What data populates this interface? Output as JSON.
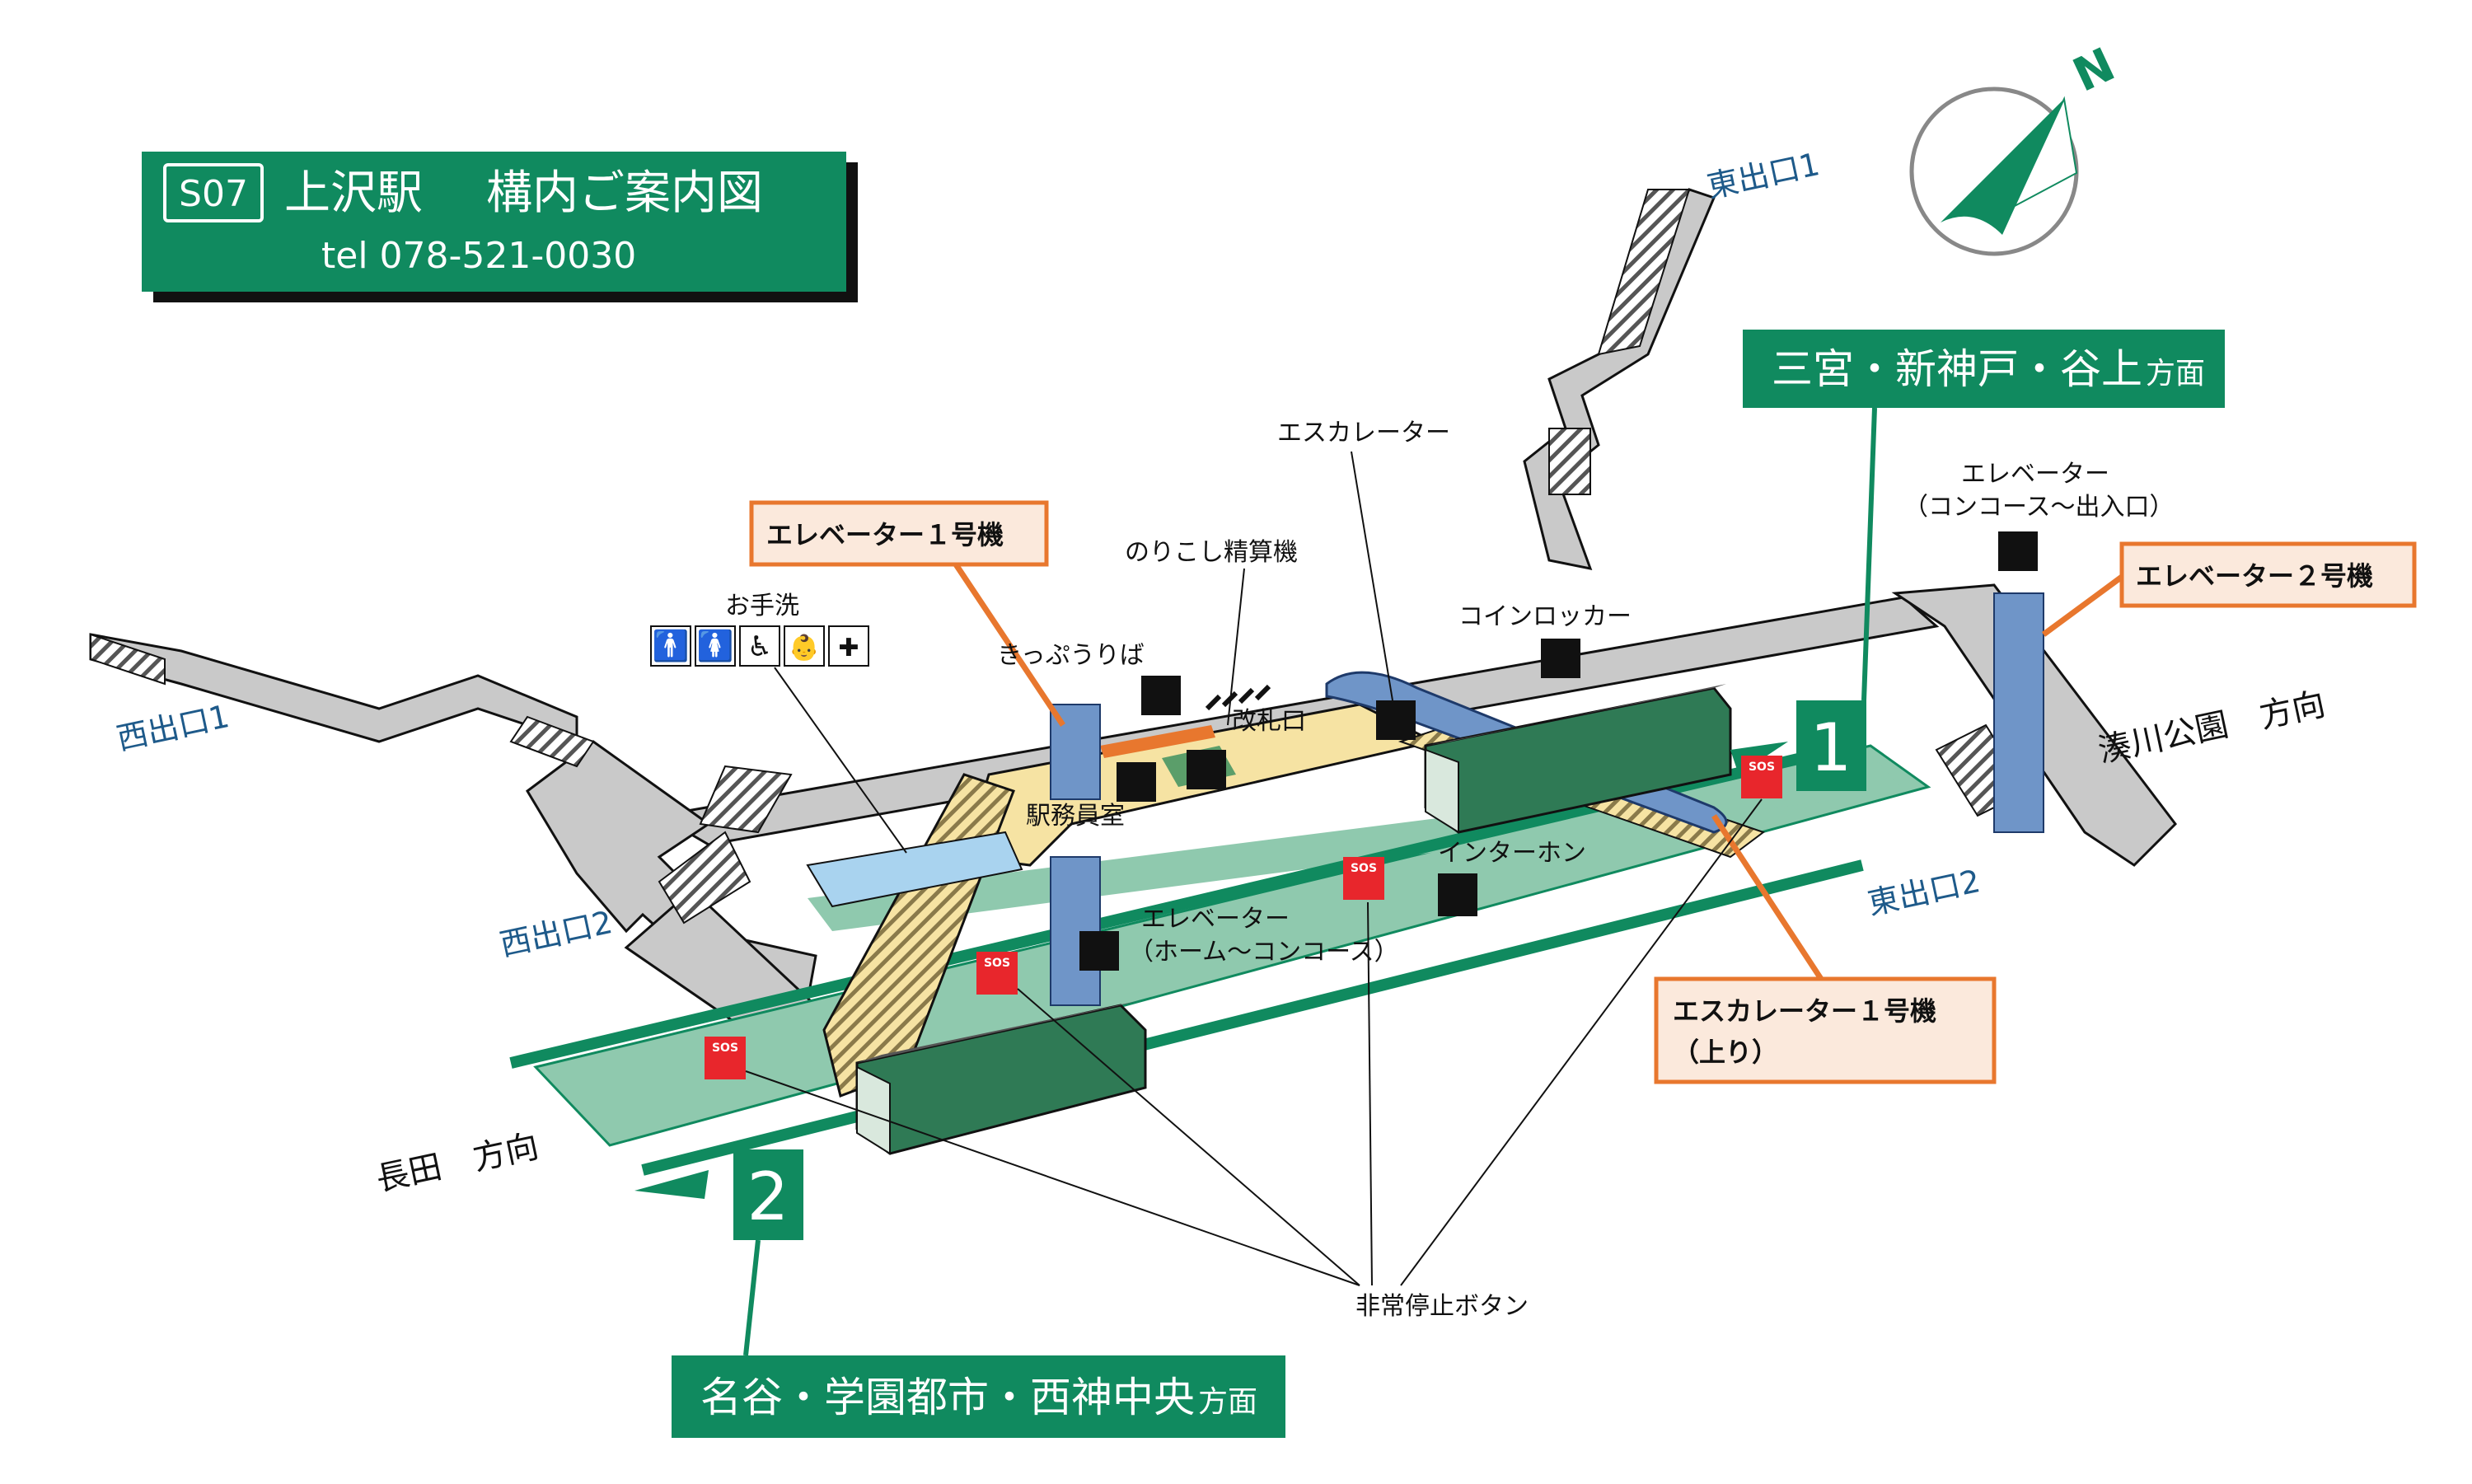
{
  "header": {
    "code": "S07",
    "station_name": "上沢駅",
    "map_title": "構内ご案内図",
    "tel": "tel 078-521-0030"
  },
  "compass": {
    "north_label": "N"
  },
  "exits": {
    "west1": "西出口1",
    "west2": "西出口2",
    "east1": "東出口1",
    "east2": "東出口2"
  },
  "destinations": {
    "platform1": {
      "number": "1",
      "main": "三宮・新神戸・谷上",
      "suffix": "方面"
    },
    "platform2": {
      "number": "2",
      "main": "名谷・学園都市・西神中央",
      "suffix": "方面"
    }
  },
  "directions": {
    "west": "長田　方向",
    "east": "湊川公園　方向"
  },
  "highlight_labels": {
    "elevator1": "エレベーター１号機",
    "elevator2": "エレベーター２号機",
    "escalator1_line1": "エスカレーター１号機",
    "escalator1_line2": "（上り）"
  },
  "facility_labels": {
    "toilet": "お手洗",
    "ticket": "きっぷうりば",
    "fare_adjust": "のりこし精算機",
    "gate": "改札口",
    "office": "駅務員室",
    "escalator": "エスカレーター",
    "coin_locker": "コインロッカー",
    "elevator_concourse_line1": "エレベーター",
    "elevator_concourse_line2": "（コンコース～出入口）",
    "elevator_platform_line1": "エレベーター",
    "elevator_platform_line2": "（ホーム～コンコース）",
    "intercom": "インターホン",
    "emergency_button": "非常停止ボタン",
    "sos": "SOS"
  },
  "colors": {
    "brand_green": "#108a5f",
    "platform_green": "#8fc9ae",
    "highlight_orange": "#e8772e",
    "exit_text_blue": "#1e5a8a",
    "concourse_yellow": "#f6e3a3",
    "elevator_blue": "#6f95c8",
    "corridor_gray": "#c9c9c9",
    "sos_red": "#e8262c"
  },
  "icons": [
    "compass-icon",
    "male-toilet-icon",
    "female-toilet-icon",
    "wheelchair-icon",
    "baby-care-icon",
    "ostomate-icon",
    "ticket-machine-icon",
    "fare-adjust-icon",
    "station-staff-icon",
    "ticket-gate-icon",
    "escalator-icon",
    "coin-locker-icon",
    "elevator-icon",
    "intercom-icon",
    "sos-button-icon",
    "train-icon",
    "direction-arrow-icon"
  ]
}
